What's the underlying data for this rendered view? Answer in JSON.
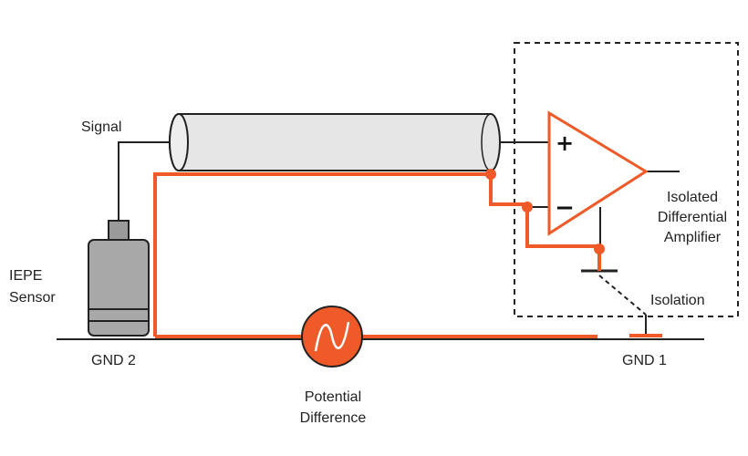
{
  "labels": {
    "signal": "Signal",
    "sensor_line1": "IEPE",
    "sensor_line2": "Sensor",
    "gnd2": "GND 2",
    "gnd1": "GND 1",
    "amp_line1": "Isolated",
    "amp_line2": "Differential",
    "amp_line3": "Amplifier",
    "isolation": "Isolation",
    "pd_line1": "Potential",
    "pd_line2": "Difference",
    "plus": "+",
    "minus": "−"
  },
  "colors": {
    "accent": "#ef5a28",
    "wire": "#222222",
    "cable_fill": "#e6e6e6",
    "sensor_fill": "#a8a8a8"
  }
}
